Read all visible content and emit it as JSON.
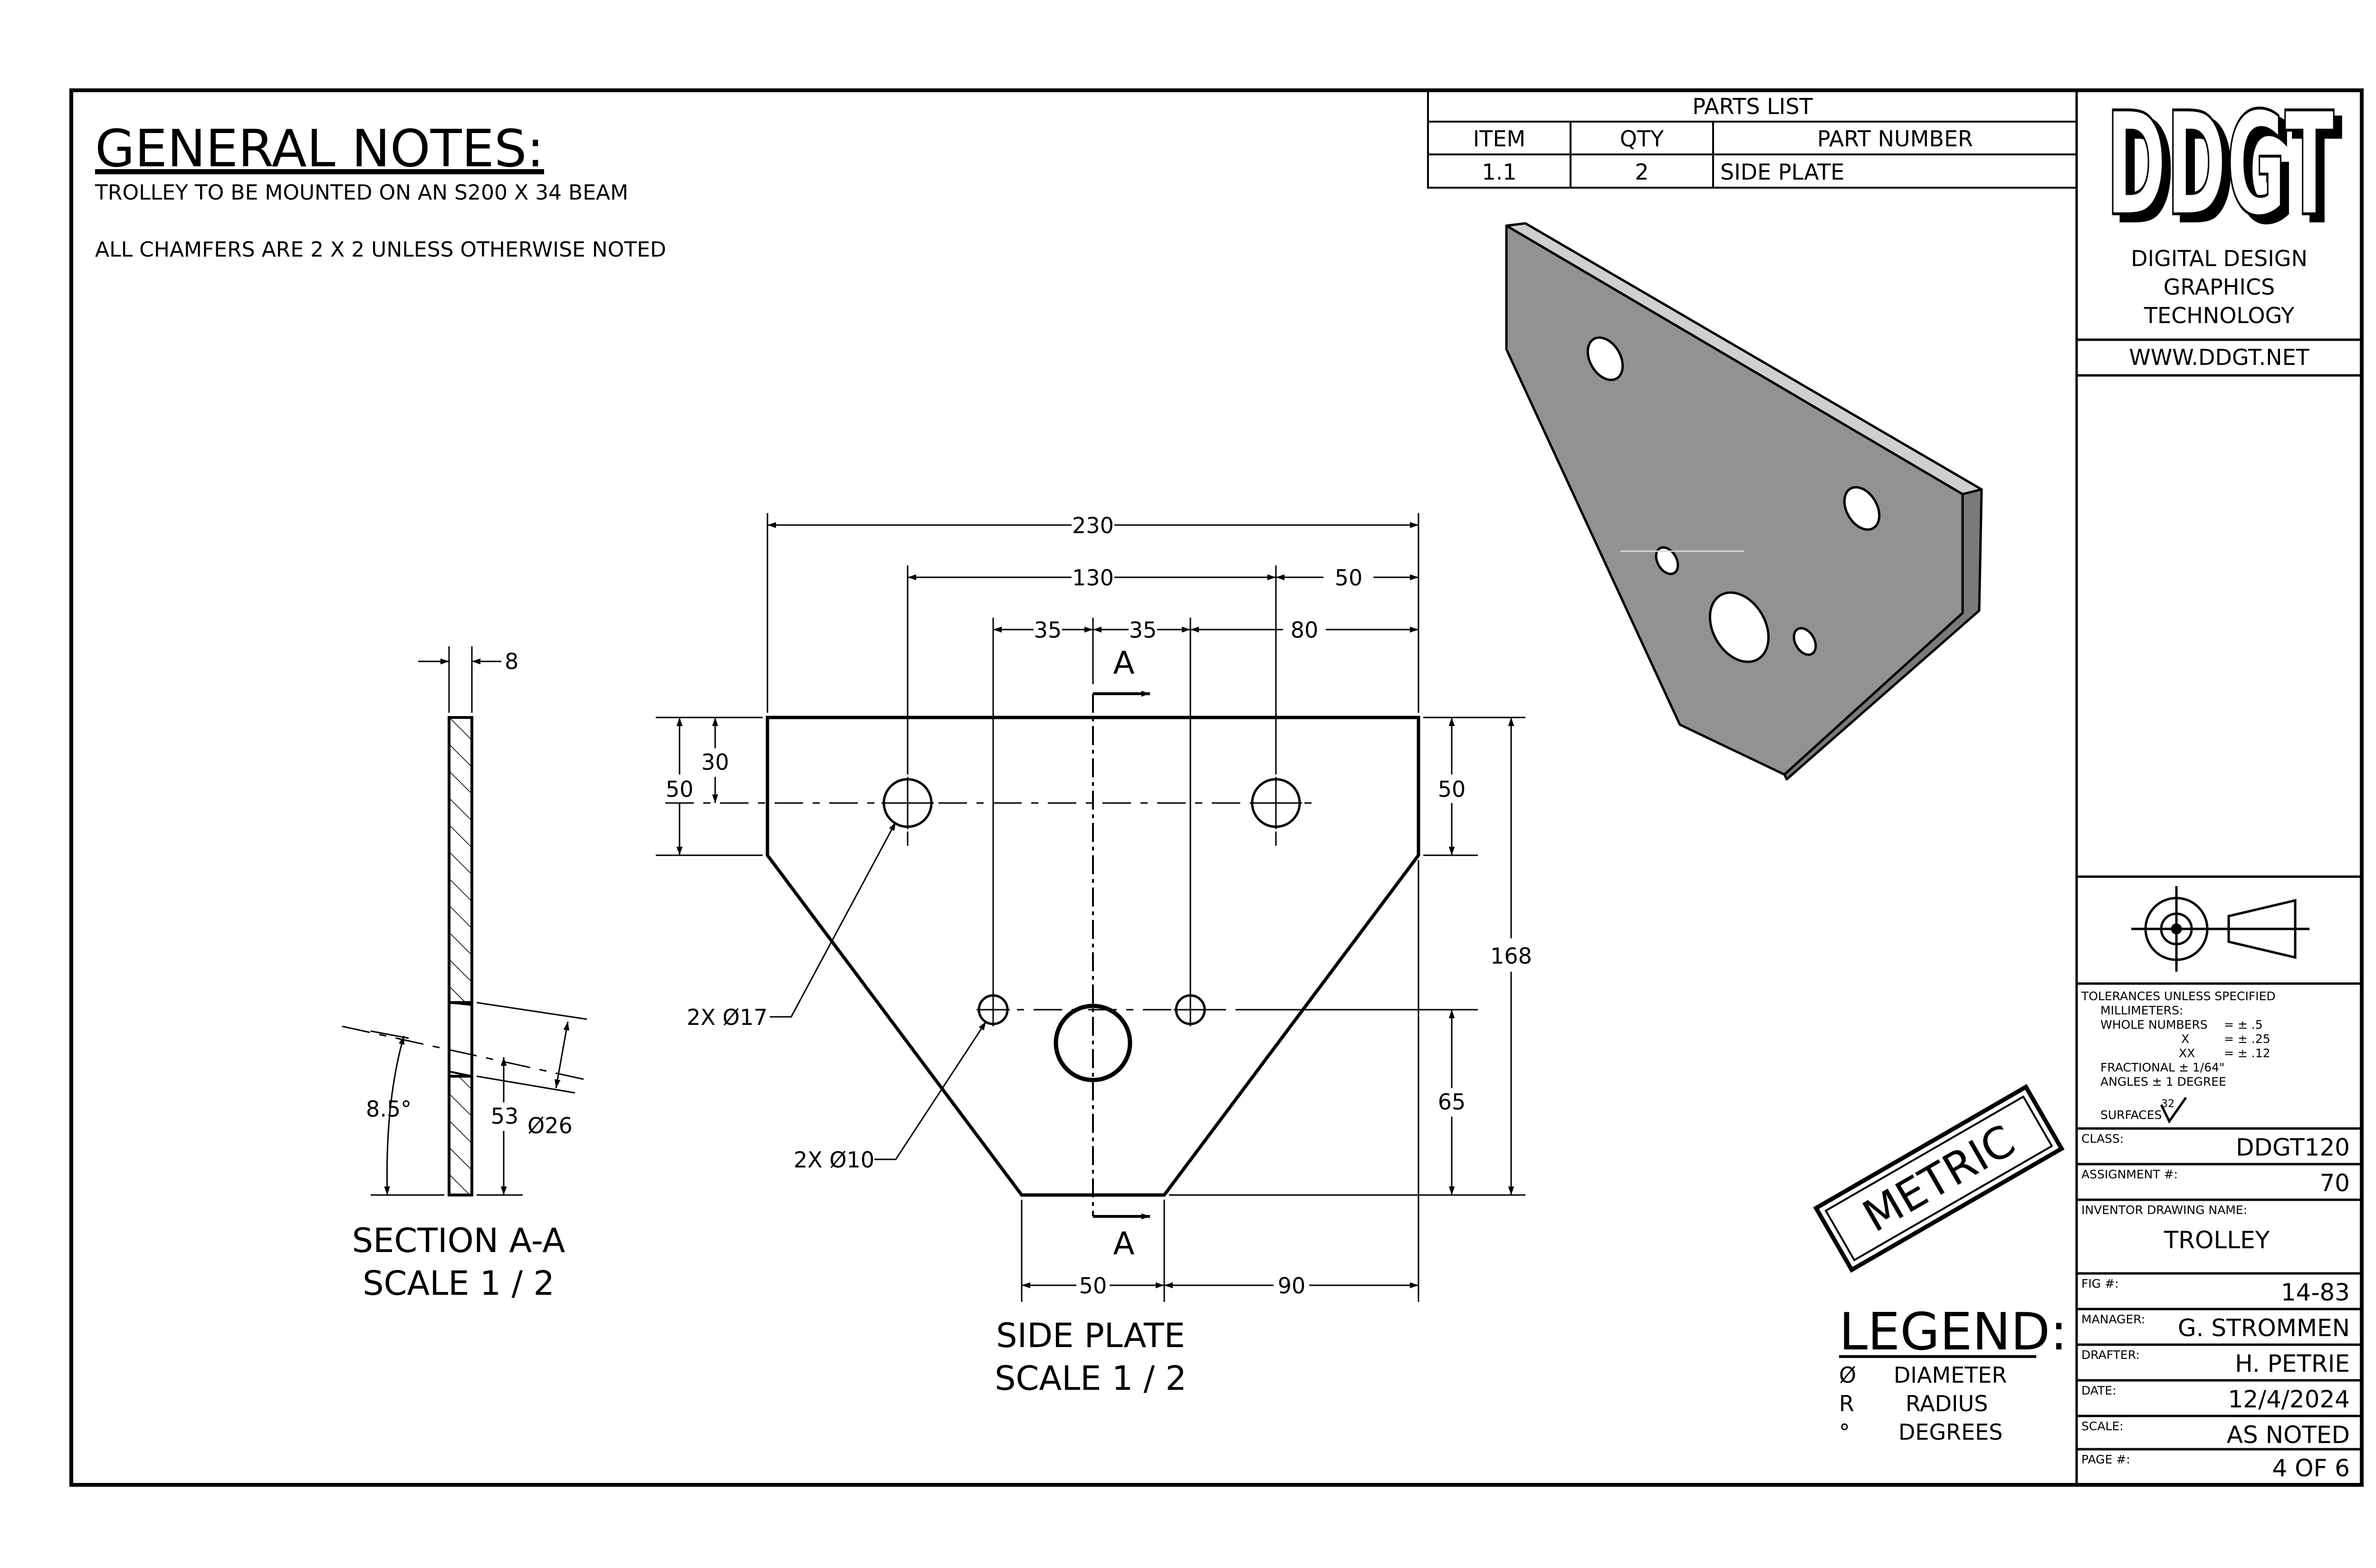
{
  "general_notes": {
    "heading": "GENERAL NOTES:",
    "note_1": "TROLLEY TO BE MOUNTED ON AN S200 X 34 BEAM",
    "note_2": "ALL CHAMFERS ARE 2 X 2 UNLESS OTHERWISE NOTED"
  },
  "parts_list": {
    "title": "PARTS LIST",
    "headers": [
      "ITEM",
      "QTY",
      "PART NUMBER"
    ],
    "rows": [
      [
        "1.1",
        "2",
        "SIDE PLATE"
      ]
    ]
  },
  "company": {
    "logo_text": "DDGT",
    "name_line_1": "DIGITAL DESIGN",
    "name_line_2": "GRAPHICS",
    "name_line_3": "TECHNOLOGY",
    "website": "WWW.DDGT.NET"
  },
  "tolerances": {
    "line_1": "TOLERANCES UNLESS SPECIFIED",
    "line_2": "MILLIMETERS:",
    "line_3_label": "WHOLE NUMBERS",
    "line_3_value": "= ± .5",
    "line_4_label": "X",
    "line_4_value": "= ± .25",
    "line_5_label": "XX",
    "line_5_value": "= ± .12",
    "line_6": "FRACTIONAL ± 1/64\"",
    "line_7": "ANGLES ± 1 DEGREE",
    "surfaces_label": "SURFACES",
    "surfaces_value": "32"
  },
  "title_block": {
    "class_label": "CLASS:",
    "class_value": "DDGT120",
    "assignment_label": "ASSIGNMENT #:",
    "assignment_value": "70",
    "drawing_name_label": "INVENTOR DRAWING NAME:",
    "drawing_name_value": "TROLLEY",
    "fig_label": "FIG #:",
    "fig_value": "14-83",
    "manager_label": "MANAGER:",
    "manager_value": "G. STROMMEN",
    "drafter_label": "DRAFTER:",
    "drafter_value": "H. PETRIE",
    "date_label": "DATE:",
    "date_value": "12/4/2024",
    "scale_label": "SCALE:",
    "scale_value": "AS NOTED",
    "page_label": "PAGE #:",
    "page_value": "4 OF 6"
  },
  "metric_stamp": "METRIC",
  "legend": {
    "title": "LEGEND:",
    "items": [
      {
        "symbol": "Ø",
        "meaning": "DIAMETER"
      },
      {
        "symbol": "R",
        "meaning": "RADIUS"
      },
      {
        "symbol": "°",
        "meaning": "DEGREES"
      }
    ]
  },
  "side_plate_view": {
    "title_line_1": "SIDE PLATE",
    "title_line_2": "SCALE 1 / 2",
    "dim_overall_width": "230",
    "dim_hole_spacing": "130",
    "dim_right_hole_offset": "50",
    "dim_left_35": "35",
    "dim_right_35": "35",
    "dim_80": "80",
    "dim_top_30": "30",
    "dim_left_50": "50",
    "dim_right_50": "50",
    "dim_height_168": "168",
    "dim_65": "65",
    "dim_bottom_50": "50",
    "dim_bottom_90": "90",
    "callout_large_holes": "2X Ø17",
    "callout_small_holes": "2X Ø10",
    "section_mark_top": "A",
    "section_mark_bottom": "A"
  },
  "section_view": {
    "title_line_1": "SECTION A-A",
    "title_line_2": "SCALE 1 / 2",
    "dim_thickness": "8",
    "dim_angle": "8.5°",
    "dim_53": "53",
    "dim_diameter": "Ø26"
  }
}
